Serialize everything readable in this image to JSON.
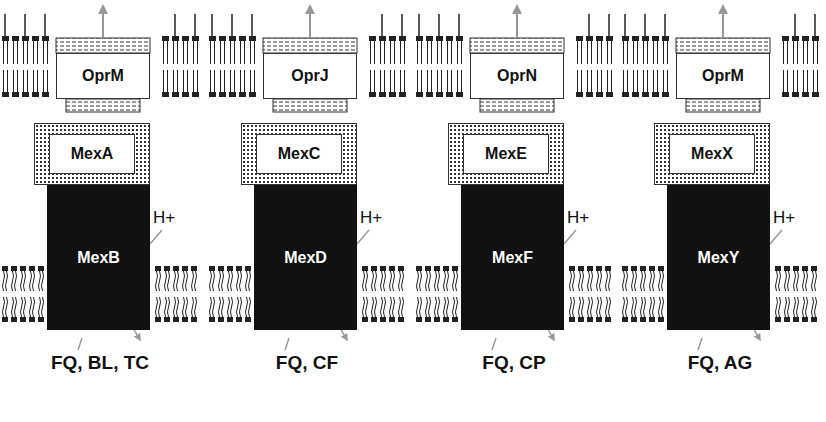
{
  "diagram": {
    "nodes": [
      {
        "text": [
          "OprM"
        ]
      },
      {
        "text": [
          "OprJ"
        ]
      },
      {
        "text": [
          "OprN"
        ]
      },
      {
        "text": [
          "OprM"
        ]
      },
      {
        "text": [
          "MexA"
        ]
      },
      {
        "text": [
          "MexC"
        ]
      },
      {
        "text": [
          "MexE"
        ]
      },
      {
        "text": [
          "MexX"
        ]
      },
      {
        "text": [
          "MexB"
        ]
      },
      {
        "text": [
          "MexD"
        ]
      },
      {
        "text": [
          "MexF"
        ]
      },
      {
        "text": [
          "MexY"
        ]
      }
    ],
    "labels": [
      "H+",
      "H+",
      "H+",
      "H+",
      "FQ, BL, TC",
      "FQ, CF",
      "FQ, CP",
      "FQ, AG"
    ]
  }
}
